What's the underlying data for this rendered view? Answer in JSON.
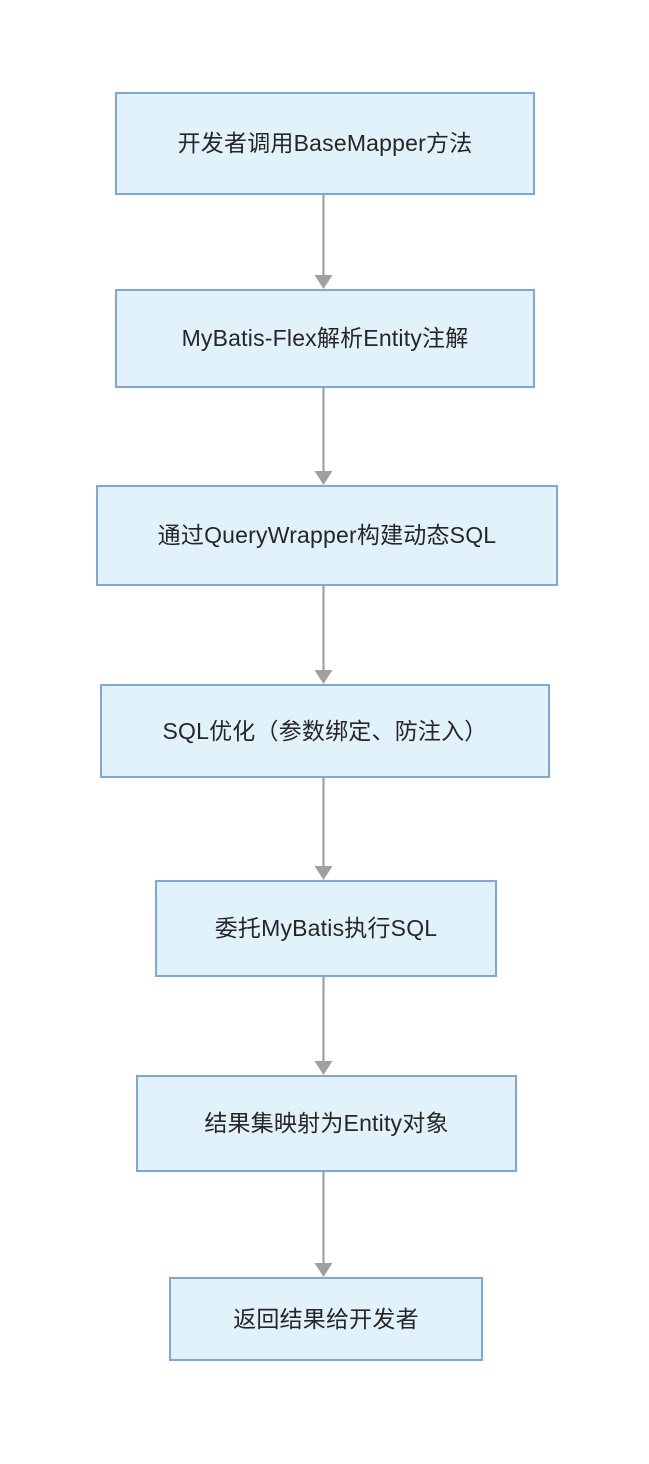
{
  "diagram": {
    "type": "flowchart",
    "orientation": "top-to-bottom",
    "background_color": "#ffffff",
    "node_fill_color": "#e2f2fb",
    "node_border_color": "#7ea7e0",
    "node_text_color": "#262626",
    "connector_color": "#9a9a9a",
    "nodes": [
      {
        "id": "node-1",
        "label": "开发者调用BaseMapper方法"
      },
      {
        "id": "node-2",
        "label": "MyBatis-Flex解析Entity注解"
      },
      {
        "id": "node-3",
        "label": "通过QueryWrapper构建动态SQL"
      },
      {
        "id": "node-4",
        "label": "SQL优化（参数绑定、防注入）"
      },
      {
        "id": "node-5",
        "label": "委托MyBatis执行SQL"
      },
      {
        "id": "node-6",
        "label": "结果集映射为Entity对象"
      },
      {
        "id": "node-7",
        "label": "返回结果给开发者"
      }
    ],
    "edges": [
      {
        "id": "conn-1",
        "from": "node-1",
        "to": "node-2",
        "label": ""
      },
      {
        "id": "conn-2",
        "from": "node-2",
        "to": "node-3",
        "label": ""
      },
      {
        "id": "conn-3",
        "from": "node-3",
        "to": "node-4",
        "label": ""
      },
      {
        "id": "conn-4",
        "from": "node-4",
        "to": "node-5",
        "label": ""
      },
      {
        "id": "conn-5",
        "from": "node-5",
        "to": "node-6",
        "label": ""
      },
      {
        "id": "conn-6",
        "from": "node-6",
        "to": "node-7",
        "label": ""
      }
    ]
  }
}
